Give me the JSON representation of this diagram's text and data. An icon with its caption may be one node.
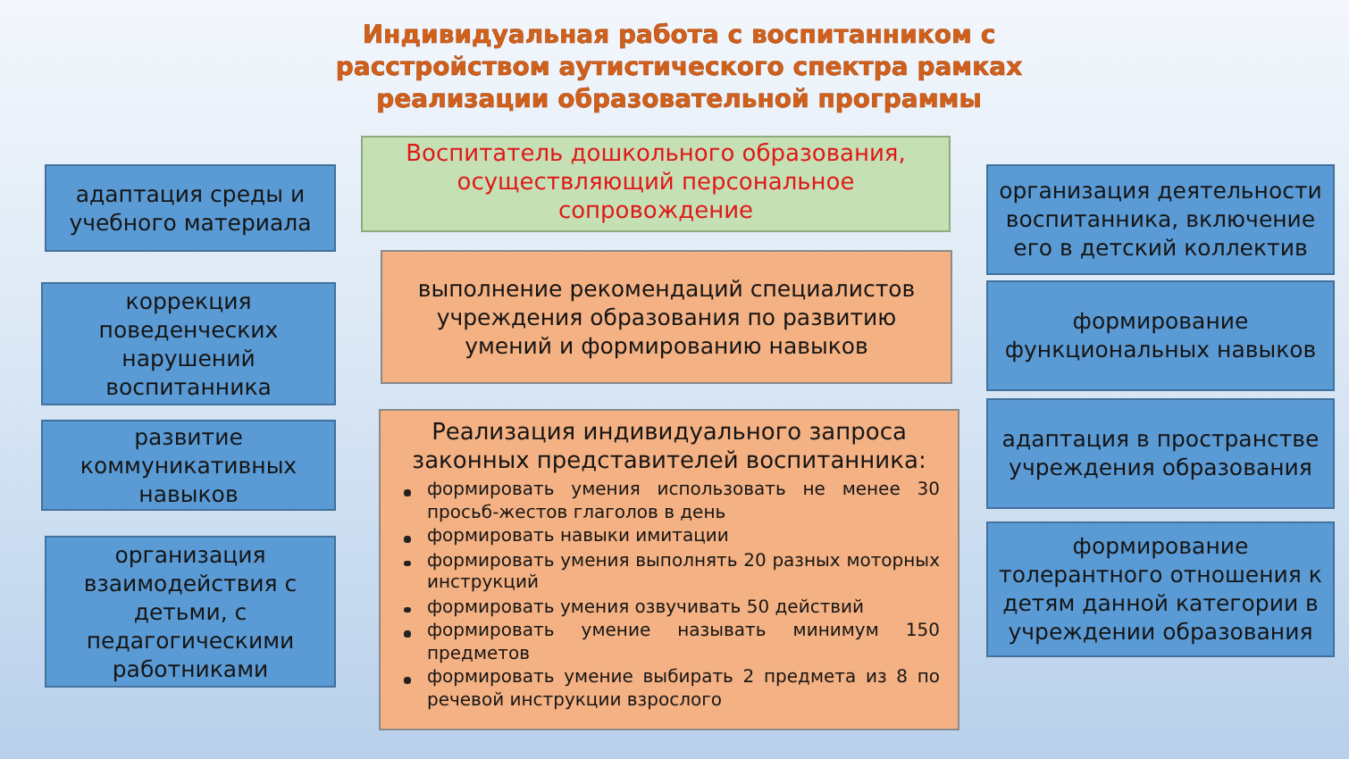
{
  "diagram": {
    "title": "Индивидуальная работа с воспитанником с расстройством аутистического спектра рамках реализации образовательной программы",
    "nodes": [
      {
        "text": [
          "адаптация среды и учебного материала"
        ]
      },
      {
        "text": [
          "Воспитатель дошкольного образования, осуществляющий персональное сопровождение"
        ]
      },
      {
        "text": [
          "организация деятельности воспитанника, включение его в детский коллектив"
        ]
      },
      {
        "text": [
          "коррекция поведенческих нарушений воспитанника"
        ]
      },
      {
        "text": [
          "выполнение рекомендаций специалистов учреждения образования по развитию умений и формированию навыков"
        ]
      },
      {
        "text": [
          "формирование функциональных навыков"
        ]
      },
      {
        "text": [
          "развитие коммуникативных навыков"
        ]
      },
      {
        "text": [
          "Реализация индивидуального запроса законных представителей воспитанника:",
          "формировать умения использовать не менее 30 просьб-жестов глаголов в день",
          "формировать навыки имитации",
          "формировать умения выполнять 20 разных моторных инструкций",
          "формировать умения озвучивать 50 действий",
          "формировать умение называть минимум 150 предметов",
          "формировать умение выбирать 2 предмета из 8 по речевой инструкции взрослого"
        ]
      },
      {
        "text": [
          "адаптация в пространстве учреждения образования"
        ]
      },
      {
        "text": [
          "организация взаимодействия с детьми, с педагогическими работниками"
        ]
      },
      {
        "text": [
          "формирование толерантного отношения к детям данной категории в учреждении образования"
        ]
      }
    ]
  }
}
